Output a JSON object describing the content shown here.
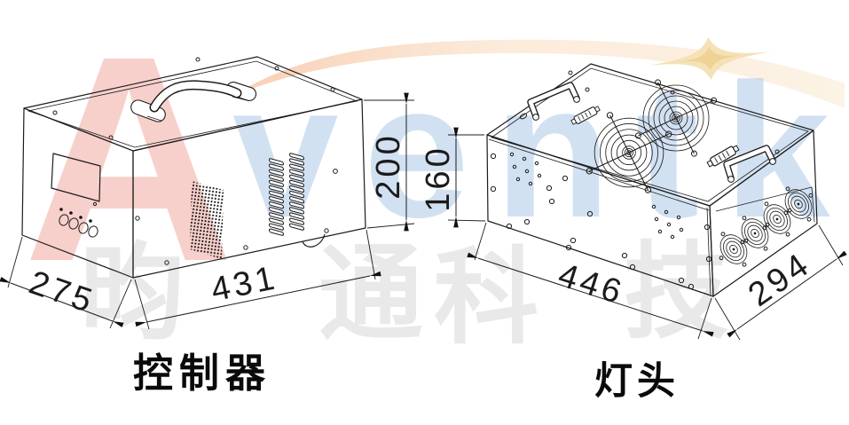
{
  "diagram": {
    "labels": {
      "controller": "控制器",
      "lamp_head": "灯头"
    },
    "dimensions_mm": {
      "controller": {
        "depth": "275",
        "width": "431",
        "height": "200"
      },
      "lamp_head": {
        "height": "160",
        "width": "446",
        "depth": "294"
      }
    },
    "watermark": {
      "brand_initial": "A",
      "brand_rest": "ventk",
      "cn_chars": [
        "昀",
        "通",
        "科",
        "技"
      ],
      "colors": {
        "brand_initial": "#e2523e",
        "brand_rest": "#80acdc",
        "swoosh": "#f2a878",
        "star": "#f2dcae",
        "cn_gray": "#e9e9e9"
      }
    }
  }
}
